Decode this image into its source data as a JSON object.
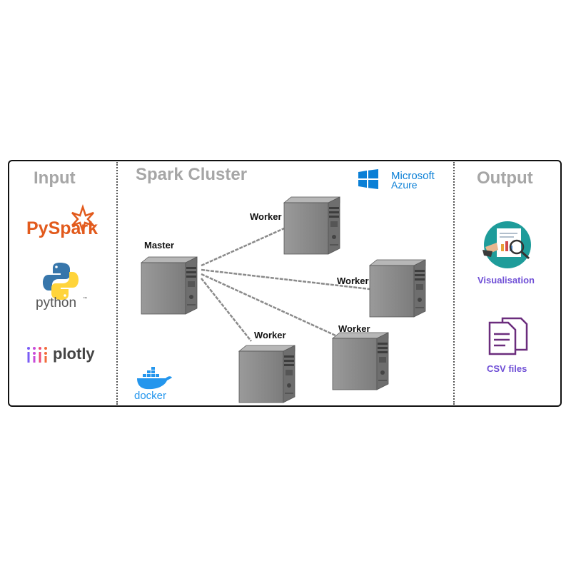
{
  "sections": {
    "input_title": "Input",
    "cluster_title": "Spark Cluster",
    "output_title": "Output"
  },
  "input_logos": {
    "pyspark": "PySpark",
    "python": "python",
    "python_tm": "™",
    "plotly": "plotly"
  },
  "cluster": {
    "cloud_line1": "Microsoft",
    "cloud_line2": "Azure",
    "container": "docker",
    "master_label": "Master",
    "worker_label": "Worker"
  },
  "outputs": {
    "visualisation": "Visualisation",
    "csv": "CSV files"
  },
  "colors": {
    "section_title": "#a6a6a6",
    "output_label": "#6f4fd6",
    "azure": "#0a7fd6",
    "docker": "#2496ed",
    "pyspark_text": "#e25a1c",
    "server_body": "#8f8f8f"
  }
}
